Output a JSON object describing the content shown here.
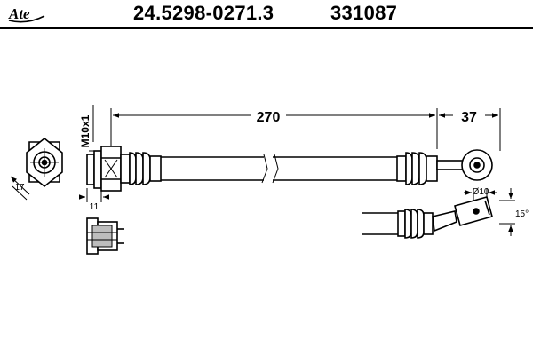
{
  "header": {
    "brand": "Ate",
    "part_number": "24.5298-0271.3",
    "ref_number": "331087"
  },
  "dimensions": {
    "length": "270",
    "eye_offset": "37",
    "thread": "M10x1",
    "hex_width": "17",
    "fitting_length": "11",
    "eye_diameter": "Ø10",
    "bend_angle": "15°"
  },
  "colors": {
    "line": "#000000",
    "background": "#ffffff",
    "hatch": "#888888"
  }
}
